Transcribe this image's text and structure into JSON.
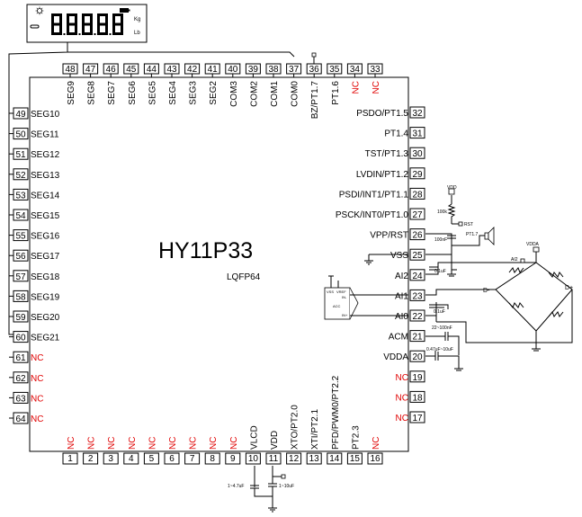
{
  "chip": {
    "name": "HY11P33",
    "package": "LQFP64"
  },
  "lcd": {
    "units": [
      "Kg",
      "Lb"
    ]
  },
  "pins_top": [
    {
      "num": "48",
      "label": "SEG9"
    },
    {
      "num": "47",
      "label": "SEG8"
    },
    {
      "num": "46",
      "label": "SEG7"
    },
    {
      "num": "45",
      "label": "SEG6"
    },
    {
      "num": "44",
      "label": "SEG5"
    },
    {
      "num": "43",
      "label": "SEG4"
    },
    {
      "num": "42",
      "label": "SEG3"
    },
    {
      "num": "41",
      "label": "SEG2"
    },
    {
      "num": "40",
      "label": "COM3"
    },
    {
      "num": "39",
      "label": "COM2"
    },
    {
      "num": "38",
      "label": "COM1"
    },
    {
      "num": "37",
      "label": "COM0"
    },
    {
      "num": "36",
      "label": "BZ/PT1.7"
    },
    {
      "num": "35",
      "label": "PT1.6"
    },
    {
      "num": "34",
      "label": "NC",
      "nc": true
    },
    {
      "num": "33",
      "label": "NC",
      "nc": true
    }
  ],
  "pins_left": [
    {
      "num": "49",
      "label": "SEG10"
    },
    {
      "num": "50",
      "label": "SEG11"
    },
    {
      "num": "51",
      "label": "SEG12"
    },
    {
      "num": "52",
      "label": "SEG13"
    },
    {
      "num": "53",
      "label": "SEG14"
    },
    {
      "num": "54",
      "label": "SEG15"
    },
    {
      "num": "55",
      "label": "SEG16"
    },
    {
      "num": "56",
      "label": "SEG17"
    },
    {
      "num": "57",
      "label": "SEG18"
    },
    {
      "num": "58",
      "label": "SEG19"
    },
    {
      "num": "59",
      "label": "SEG20"
    },
    {
      "num": "60",
      "label": "SEG21"
    },
    {
      "num": "61",
      "label": "NC",
      "nc": true
    },
    {
      "num": "62",
      "label": "NC",
      "nc": true
    },
    {
      "num": "63",
      "label": "NC",
      "nc": true
    },
    {
      "num": "64",
      "label": "NC",
      "nc": true
    }
  ],
  "pins_right": [
    {
      "num": "32",
      "label": "PSDO/PT1.5"
    },
    {
      "num": "31",
      "label": "PT1.4"
    },
    {
      "num": "30",
      "label": "TST/PT1.3"
    },
    {
      "num": "29",
      "label": "LVDIN/PT1.2"
    },
    {
      "num": "28",
      "label": "PSDI/INT1/PT1.1"
    },
    {
      "num": "27",
      "label": "PSCK/INT0/PT1.0"
    },
    {
      "num": "26",
      "label": "VPP/RST"
    },
    {
      "num": "25",
      "label": "VSS"
    },
    {
      "num": "24",
      "label": "AI2"
    },
    {
      "num": "23",
      "label": "AI1"
    },
    {
      "num": "22",
      "label": "AI0"
    },
    {
      "num": "21",
      "label": "ACM"
    },
    {
      "num": "20",
      "label": "VDDA"
    },
    {
      "num": "19",
      "label": "NC",
      "nc": true
    },
    {
      "num": "18",
      "label": "NC",
      "nc": true
    },
    {
      "num": "17",
      "label": "NC",
      "nc": true
    }
  ],
  "pins_bottom": [
    {
      "num": "1",
      "label": "NC",
      "nc": true
    },
    {
      "num": "2",
      "label": "NC",
      "nc": true
    },
    {
      "num": "3",
      "label": "NC",
      "nc": true
    },
    {
      "num": "4",
      "label": "NC",
      "nc": true
    },
    {
      "num": "5",
      "label": "NC",
      "nc": true
    },
    {
      "num": "6",
      "label": "NC",
      "nc": true
    },
    {
      "num": "7",
      "label": "NC",
      "nc": true
    },
    {
      "num": "8",
      "label": "NC",
      "nc": true
    },
    {
      "num": "9",
      "label": "NC",
      "nc": true
    },
    {
      "num": "10",
      "label": "VLCD"
    },
    {
      "num": "11",
      "label": "VDD"
    },
    {
      "num": "12",
      "label": "XTO/PT2.0"
    },
    {
      "num": "13",
      "label": "XTI/PT2.1"
    },
    {
      "num": "14",
      "label": "PFD/PWM0/PT2.2"
    },
    {
      "num": "15",
      "label": "PT2.3"
    },
    {
      "num": "16",
      "label": "NC",
      "nc": true
    }
  ],
  "components": {
    "reset": {
      "vdd": "VDD",
      "resistor": "100k",
      "rst": "RST",
      "cap": "100nF"
    },
    "buzzer": {
      "label": "PT1.7"
    },
    "ai2_cap": "0.1uF",
    "ai0_cap": "0.1uF",
    "acm_cap": "22~100nF",
    "vdda_cap": "0.47uF~10uF",
    "vlcd_cap": "1~4.7uF",
    "vdd_cap": "1~10uF",
    "bridge": {
      "top": "VDDA",
      "left_label": "AI2",
      "d_minus": "D-",
      "d_plus": "D+"
    },
    "opamp": {
      "vref": "VREF",
      "vss": "VSS",
      "in_minus": "IN-",
      "acc": "ACC",
      "in_plus": "IN+"
    }
  },
  "colors": {
    "nc": "#e00000",
    "line": "#000000"
  }
}
